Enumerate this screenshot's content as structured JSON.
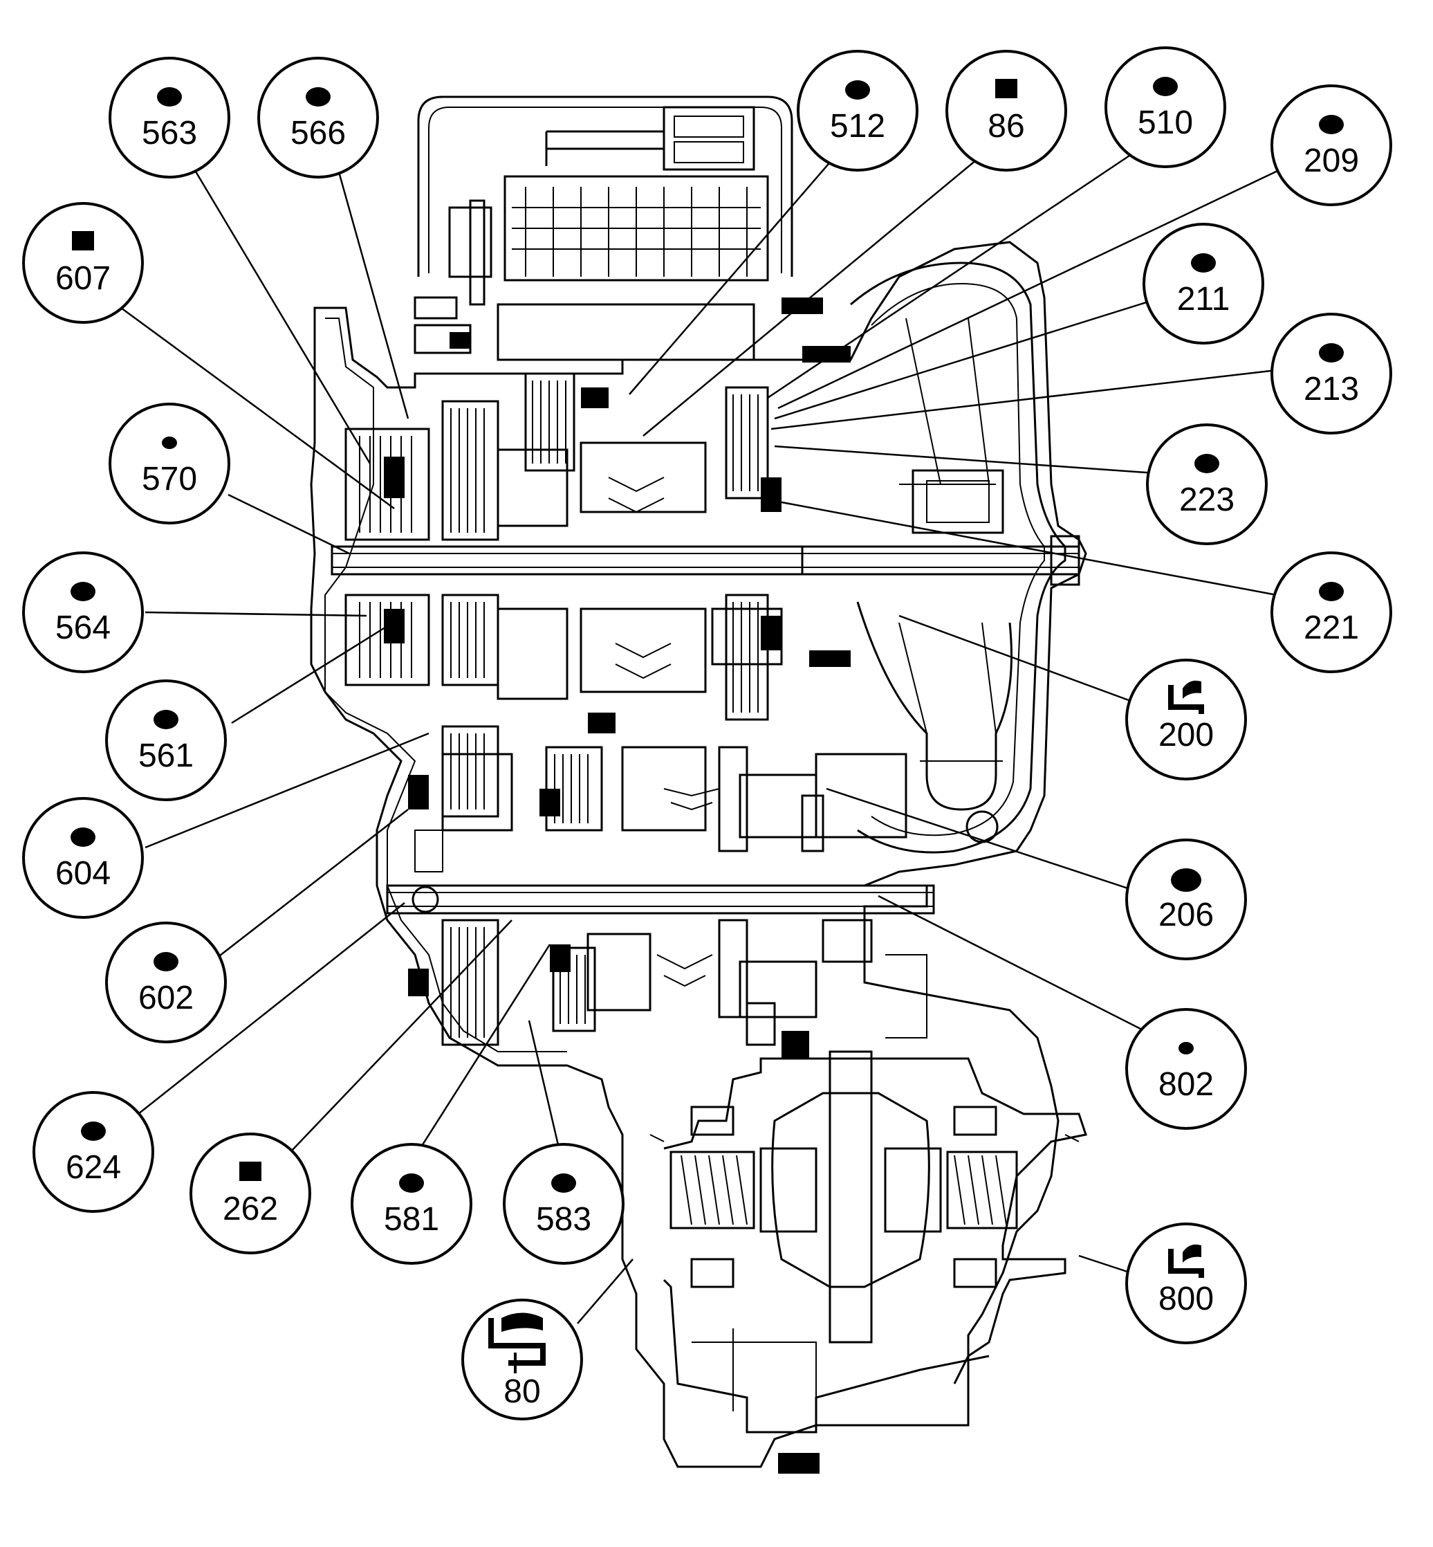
{
  "callouts": [
    {
      "id": "563",
      "label": "563",
      "marker": "dot"
    },
    {
      "id": "566",
      "label": "566",
      "marker": "dot"
    },
    {
      "id": "512",
      "label": "512",
      "marker": "dot"
    },
    {
      "id": "86",
      "label": "86",
      "marker": "square"
    },
    {
      "id": "510",
      "label": "510",
      "marker": "dot"
    },
    {
      "id": "209",
      "label": "209",
      "marker": "dot"
    },
    {
      "id": "607",
      "label": "607",
      "marker": "square"
    },
    {
      "id": "211",
      "label": "211",
      "marker": "dot"
    },
    {
      "id": "213",
      "label": "213",
      "marker": "dot"
    },
    {
      "id": "570",
      "label": "570",
      "marker": "dot-small"
    },
    {
      "id": "223",
      "label": "223",
      "marker": "dot"
    },
    {
      "id": "564",
      "label": "564",
      "marker": "dot"
    },
    {
      "id": "221",
      "label": "221",
      "marker": "dot"
    },
    {
      "id": "561",
      "label": "561",
      "marker": "dot"
    },
    {
      "id": "200",
      "label": "200",
      "marker": "sealant-icon"
    },
    {
      "id": "604",
      "label": "604",
      "marker": "dot"
    },
    {
      "id": "206",
      "label": "206",
      "marker": "dot-large"
    },
    {
      "id": "602",
      "label": "602",
      "marker": "dot"
    },
    {
      "id": "802",
      "label": "802",
      "marker": "dot-small"
    },
    {
      "id": "624",
      "label": "624",
      "marker": "dot"
    },
    {
      "id": "262",
      "label": "262",
      "marker": "square"
    },
    {
      "id": "581",
      "label": "581",
      "marker": "dot"
    },
    {
      "id": "583",
      "label": "583",
      "marker": "dot"
    },
    {
      "id": "800",
      "label": "800",
      "marker": "sealant-icon"
    },
    {
      "id": "80",
      "label": "80",
      "marker": "sealant-tube-icon"
    }
  ],
  "colors": {
    "line": "#000000",
    "background": "#ffffff"
  }
}
